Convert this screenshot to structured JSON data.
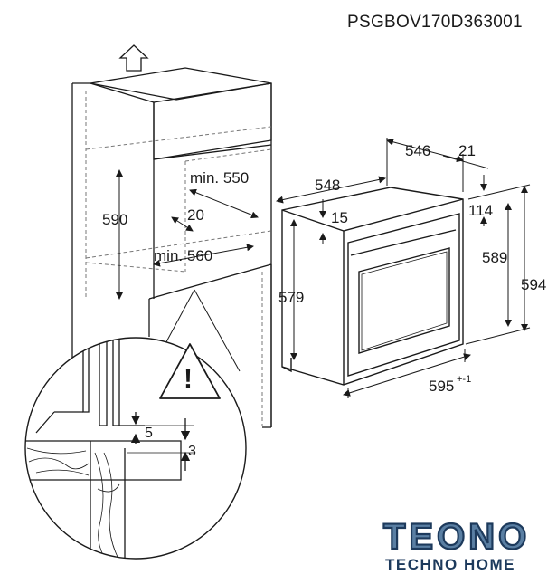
{
  "model_code": "PSGBOV170D363001",
  "niche": {
    "height": "590",
    "min_depth": "min. 550",
    "min_width": "min. 560",
    "offset": "20"
  },
  "oven": {
    "depth_total": "548",
    "depth_body": "546",
    "door_thickness": "21",
    "top_gap": "15",
    "panel_height": "114",
    "body_height": "589",
    "total_height": "594",
    "side_height": "579",
    "width": "595",
    "width_tolerance": "+-1"
  },
  "detail": {
    "gap": "5",
    "clearance": "3"
  },
  "brand": {
    "name": "TEONO",
    "tagline": "TECHNO HOME",
    "color_dark": "#1d3a5c",
    "color_light": "#5a7fa3"
  }
}
